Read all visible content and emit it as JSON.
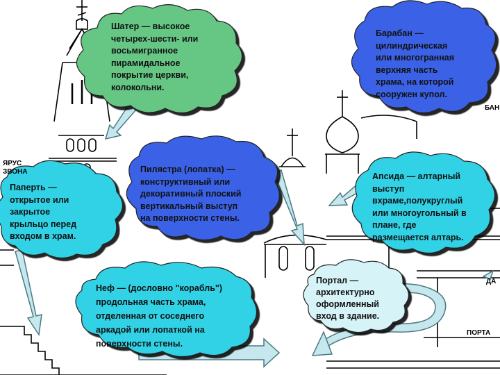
{
  "callouts": {
    "shater": "Шатер — высокое\nчетырех-шести- или\nвосьмигранное\nпирамидальное\nпокрытие церкви,\nколокольни.",
    "baraban": "Барабан —\nцилиндрическая\nили многогранная\nверхняя часть\nхрама, на которой\nсооружен купол.",
    "paperts": "Паперть —\nоткрытое или\nзакрытое\nкрыльцо перед\nвходом в храм.",
    "pilyastra": "Пилястра (лопатка) —\nконструктивный или\nдекоративный плоский\nвертикальный выступ\nна поверхности стены.",
    "apsida": "Апсида — алтарный\nвыступ\nвхраме,полукруглый\nили многоугольный в\nплане, где\nразмещается алтарь.",
    "nef": "Неф — (дословно \"корабль\")\nпродольная часть храма,\nотделенная от соседнего\nаркадой или лопаткой на\nповерхности стены.",
    "portal": "Портал —\nархитектурно\nоформленный\nвход в здание."
  },
  "labels": {
    "yarus_line1": "ЯРУС",
    "yarus_line2": "ЗВОНА",
    "baban": "БАН",
    "portal_right": "ПОРТА",
    "da": "ДА"
  },
  "colors": {
    "cloud_green": "#66c785",
    "cloud_blue": "#3a62e6",
    "cloud_cyan": "#31d2e6",
    "cloud_pale": "#d6f3f8",
    "cloud_outline": "#222222",
    "arrow_fill": "#c6e7ee",
    "line_drawing": "#000000"
  }
}
